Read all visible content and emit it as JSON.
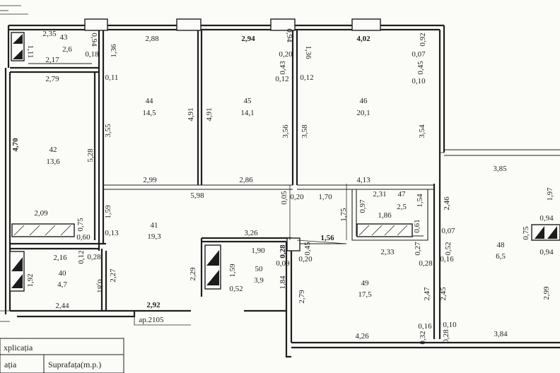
{
  "rooms": [
    {
      "id": "r43",
      "number": "43",
      "area": "2,6"
    },
    {
      "id": "r44",
      "number": "44",
      "area": "14,5"
    },
    {
      "id": "r45",
      "number": "45",
      "area": "14,1"
    },
    {
      "id": "r46",
      "number": "46",
      "area": "20,1"
    },
    {
      "id": "r42",
      "number": "42",
      "area": "13,6"
    },
    {
      "id": "r41",
      "number": "41",
      "area": "19,3"
    },
    {
      "id": "r47",
      "number": "47",
      "area": "2,5"
    },
    {
      "id": "r48",
      "number": "48",
      "area": "6,5"
    },
    {
      "id": "r40",
      "number": "40",
      "area": "4,7"
    },
    {
      "id": "r50",
      "number": "50",
      "area": "3,9"
    },
    {
      "id": "r49",
      "number": "49",
      "area": "17,5"
    }
  ],
  "dimensions": [
    "2,35",
    "2,17",
    "2,79",
    "1,11",
    "0,18",
    "0,94",
    "2,88",
    "1,36",
    "0,11",
    "3,55",
    "5,28",
    "4,70",
    "4,91",
    "4,91",
    "2,94",
    "0,94",
    "0,20",
    "1,36",
    "0,43",
    "0,12",
    "0,12",
    "3,56",
    "3,58",
    "4,02",
    "0,92",
    "0,07",
    "0,45",
    "0,10",
    "3,54",
    "2,46",
    "2,99",
    "5,98",
    "2,86",
    "0,05",
    "0,20",
    "1,70",
    "4,13",
    "2,31",
    "1,54",
    "0,97",
    "1,86",
    "1,75",
    "0,61",
    "3,85",
    "1,97",
    "0,94",
    "0,75",
    "0,94",
    "0,07",
    "0,52",
    "0,16",
    "2,09",
    "0,75",
    "0,60",
    "1,59",
    "0,13",
    "3,26",
    "1,90",
    "0,28",
    "0,45",
    "0,09",
    "0,20",
    "1,56",
    "2,33",
    "0,27",
    "0,28",
    "2,16",
    "0,12",
    "0,28",
    "1,92",
    "2,27",
    "0,81",
    "2,29",
    "1,59",
    "1,84",
    "2,79",
    "0,52",
    "2,47",
    "2,45",
    "2,99",
    "2,44",
    "2,92",
    "4,26",
    "0,16",
    "0,10",
    "3,84",
    "0,32",
    "0,28"
  ],
  "apartment_label": "ap.2105",
  "legend": {
    "title": "xplicația",
    "col1": "ația",
    "col2": "Suprafața(m.p.)"
  }
}
